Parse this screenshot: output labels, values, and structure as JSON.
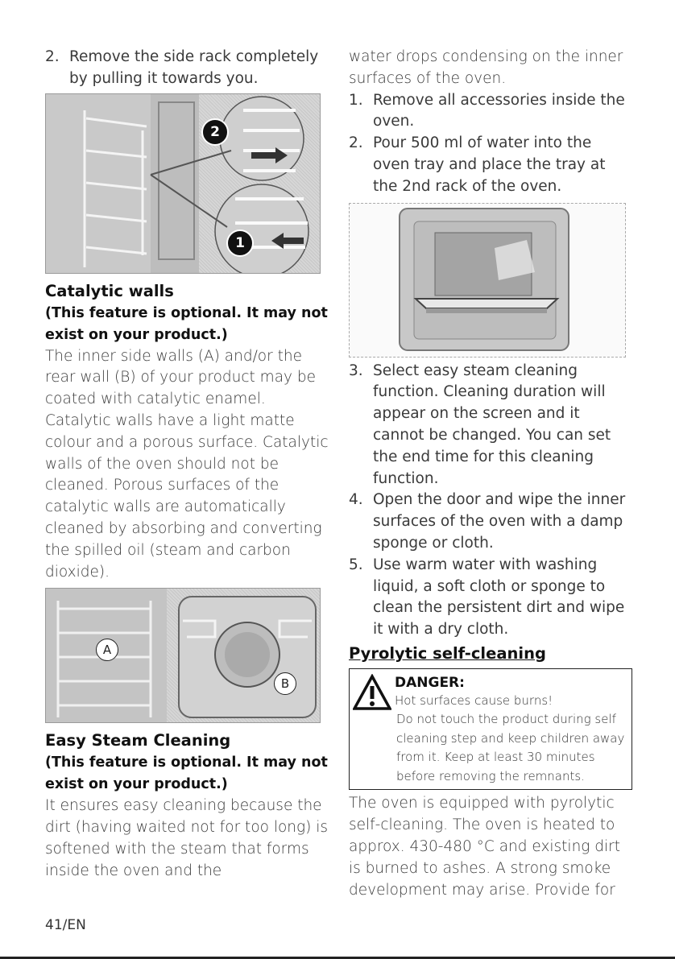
{
  "left": {
    "step2": {
      "num": "2.",
      "text": "Remove the side rack completely by pulling it towards you."
    },
    "fig1": {
      "badge1": "1",
      "badge2": "2"
    },
    "catalytic": {
      "heading": "Catalytic walls",
      "note": "(This feature is optional. It may not exist on your product.)",
      "body": "The inner side walls (A) and/or the rear wall (B) of your product may be coated with catalytic enamel. Catalytic walls have a light matte colour and a porous surface. Catalytic walls of the oven should not be cleaned. Porous surfaces of the catalytic walls are automatically cleaned by absorbing and converting the spilled oil (steam and carbon dioxide)."
    },
    "fig2": {
      "labelA": "A",
      "labelB": "B"
    },
    "steam": {
      "heading": "Easy Steam Cleaning",
      "note": "(This feature is optional. It may not exist on your product.)",
      "body": "It ensures easy cleaning because the dirt (having waited not for too long) is softened with the steam that forms inside the oven and the"
    }
  },
  "right": {
    "intro": "water drops condensing on the inner surfaces of the oven.",
    "steps_a": [
      {
        "num": "1.",
        "text": "Remove all accessories inside the oven."
      },
      {
        "num": "2.",
        "text": "Pour 500 ml of water into the oven tray and place the tray at the 2nd rack of the oven."
      }
    ],
    "steps_b": [
      {
        "num": "3.",
        "text": "Select easy steam cleaning function. Cleaning duration will appear on the screen and it cannot be changed. You can set the end time for this cleaning function."
      },
      {
        "num": "4.",
        "text": "Open the door and wipe the inner surfaces of the oven with a damp sponge or cloth."
      },
      {
        "num": "5.",
        "text": "Use warm water with washing liquid, a soft cloth or sponge to clean the persistent dirt and wipe it with a dry cloth."
      }
    ],
    "pyro": {
      "heading": "Pyrolytic self-cleaning",
      "danger_title": "DANGER:",
      "danger_line1": "Hot surfaces cause burns!",
      "danger_line2": "Do not touch the product during self cleaning step and keep children away from it. Keep at least 30 minutes before removing the remnants.",
      "body": "The oven is equipped with pyrolytic self-cleaning. The oven is heated to approx. 430-480 °C and existing dirt is burned to ashes. A strong smoke development may arise. Provide for"
    }
  },
  "footer": {
    "page": "41/EN"
  }
}
